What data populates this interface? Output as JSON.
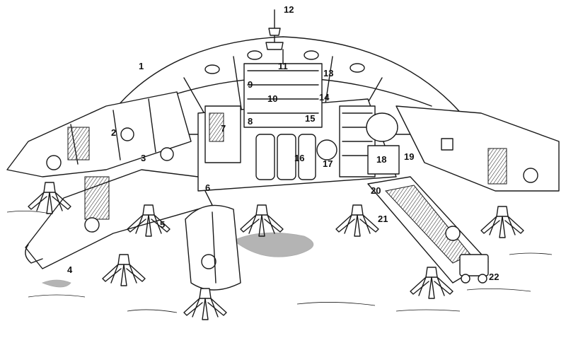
{
  "callouts": [
    {
      "id": "c1",
      "text": "1"
    },
    {
      "id": "c2",
      "text": "2"
    },
    {
      "id": "c3",
      "text": "3"
    },
    {
      "id": "c4",
      "text": "4"
    },
    {
      "id": "c5",
      "text": "5"
    },
    {
      "id": "c6",
      "text": "6"
    },
    {
      "id": "c7",
      "text": "7"
    },
    {
      "id": "c8",
      "text": "8"
    },
    {
      "id": "c9",
      "text": "9"
    },
    {
      "id": "c10",
      "text": "10"
    },
    {
      "id": "c11",
      "text": "11"
    },
    {
      "id": "c12",
      "text": "12"
    },
    {
      "id": "c13",
      "text": "13"
    },
    {
      "id": "c14",
      "text": "14"
    },
    {
      "id": "c15",
      "text": "15"
    },
    {
      "id": "c16",
      "text": "16"
    },
    {
      "id": "c17",
      "text": "17"
    },
    {
      "id": "c18",
      "text": "18"
    },
    {
      "id": "c19",
      "text": "19"
    },
    {
      "id": "c20",
      "text": "20"
    },
    {
      "id": "c21",
      "text": "21"
    },
    {
      "id": "c22",
      "text": "22"
    }
  ],
  "colors": {
    "ink": "#1a1a1a",
    "paper": "#ffffff"
  }
}
